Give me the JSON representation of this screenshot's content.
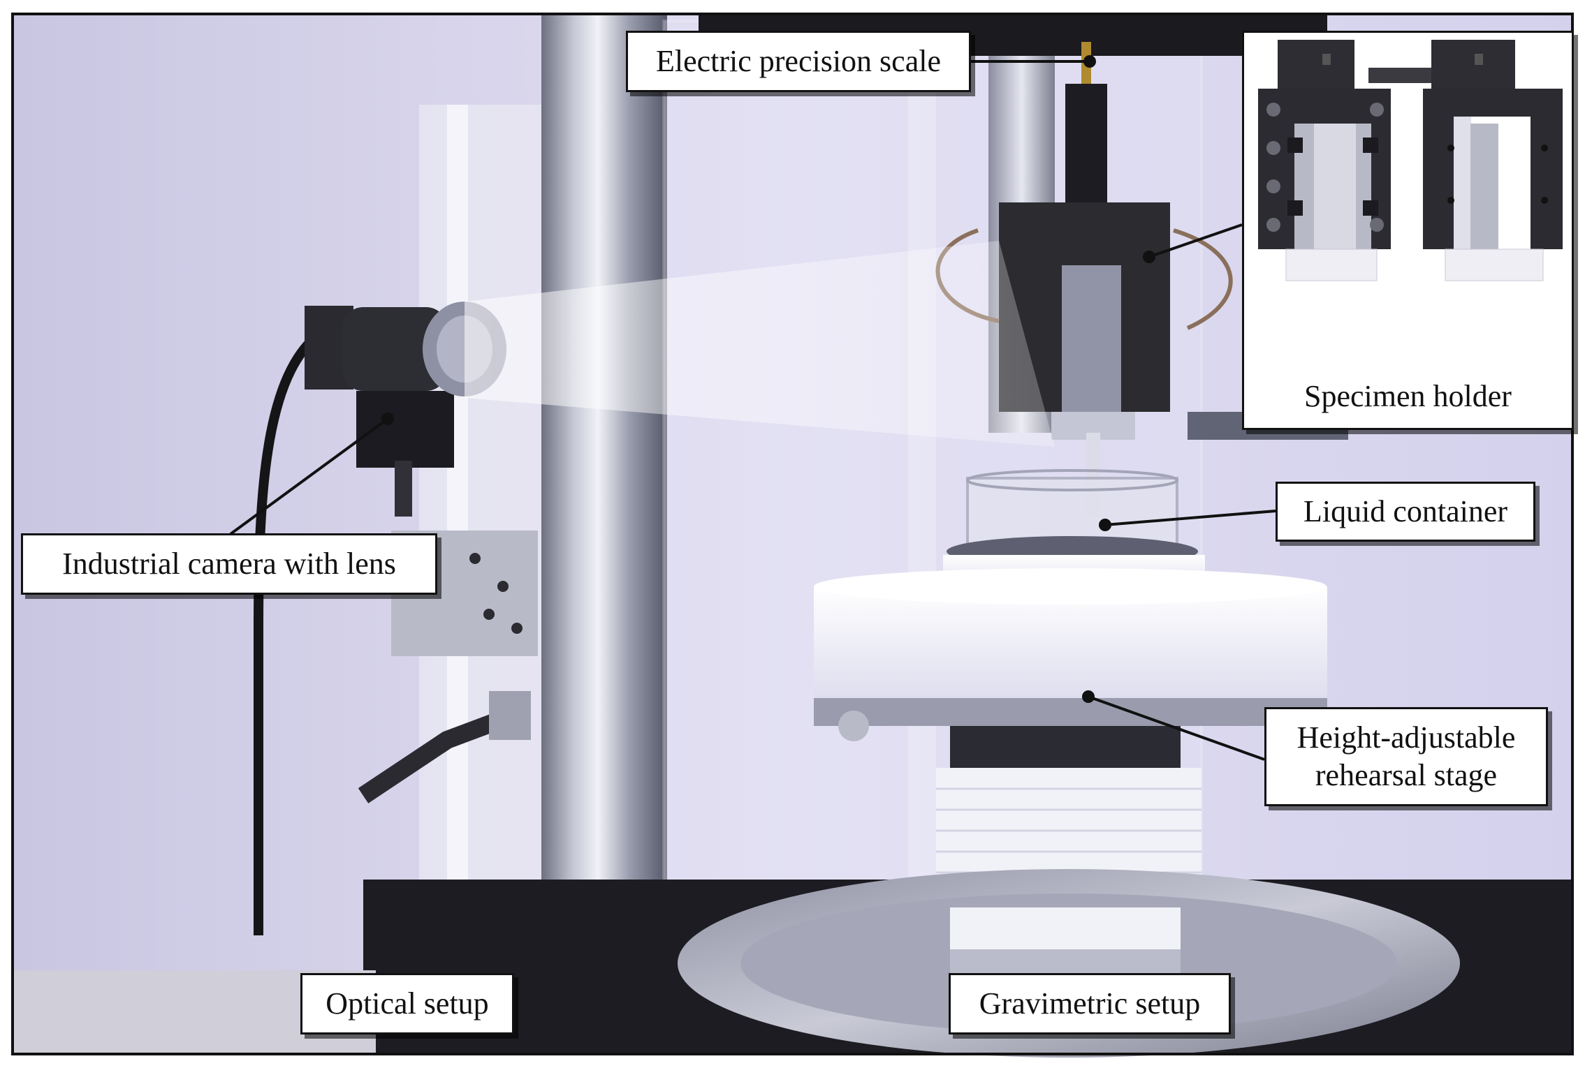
{
  "labels": {
    "electric_precision_scale": "Electric precision scale",
    "industrial_camera": "Industrial camera with lens",
    "liquid_container": "Liquid container",
    "stage_line1": "Height-adjustable",
    "stage_line2": "rehearsal stage",
    "optical_setup": "Optical setup",
    "gravimetric_setup": "Gravimetric setup",
    "specimen_holder": "Specimen holder"
  },
  "colors": {
    "frame": "#111111",
    "wall": "#dcd9ee",
    "steel": "#b9bccb",
    "dark_steel": "#4b4f60",
    "teflon_white": "#f4f4fb",
    "base_black": "#1d1c22",
    "holder_black": "#2b2b30"
  }
}
